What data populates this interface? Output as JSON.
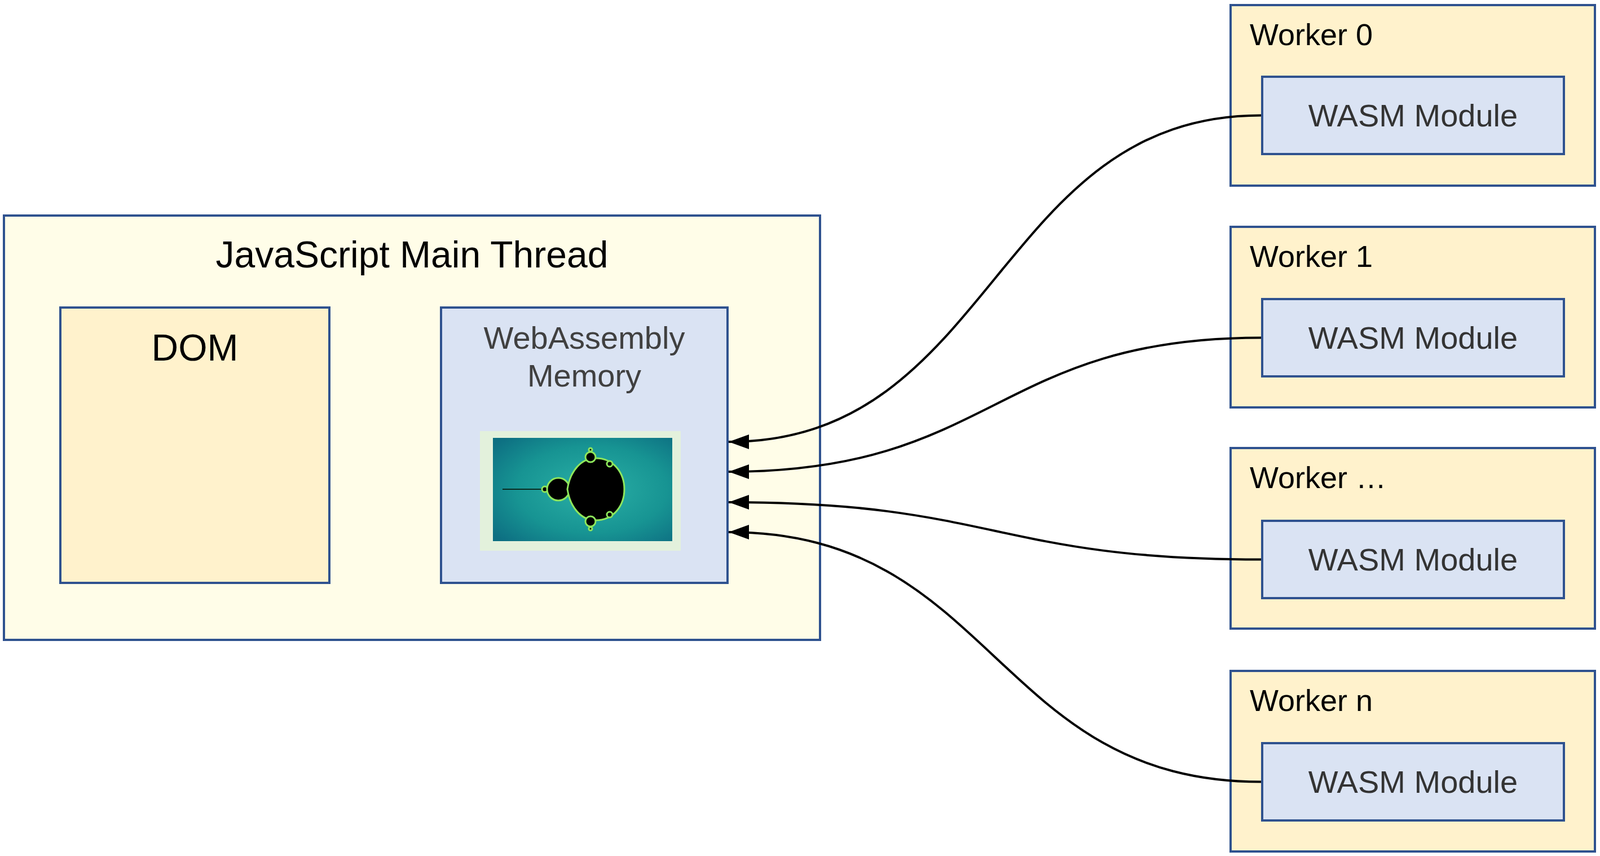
{
  "diagram": {
    "nodes": [
      {
        "text": [
          "JavaScript Main Thread"
        ]
      },
      {
        "text": [
          "DOM"
        ],
        "in": 0
      },
      {
        "text": [
          "WebAssembly Memory"
        ],
        "in": 0
      },
      {
        "text": [
          "Worker 0"
        ]
      },
      {
        "text": [
          "WASM Module"
        ],
        "in": 3
      },
      {
        "text": [
          "Worker 1"
        ]
      },
      {
        "text": [
          "WASM Module"
        ],
        "in": 5
      },
      {
        "text": [
          "Worker …"
        ]
      },
      {
        "text": [
          "WASM Module"
        ],
        "in": 7
      },
      {
        "text": [
          "Worker n"
        ]
      },
      {
        "text": [
          "WASM Module"
        ],
        "in": 9
      }
    ],
    "edges": [
      {
        "from": 4,
        "to": 2,
        "arrow": "to"
      },
      {
        "from": 6,
        "to": 2,
        "arrow": "to"
      },
      {
        "from": 8,
        "to": 2,
        "arrow": "to"
      },
      {
        "from": 10,
        "to": 2,
        "arrow": "to"
      }
    ]
  }
}
